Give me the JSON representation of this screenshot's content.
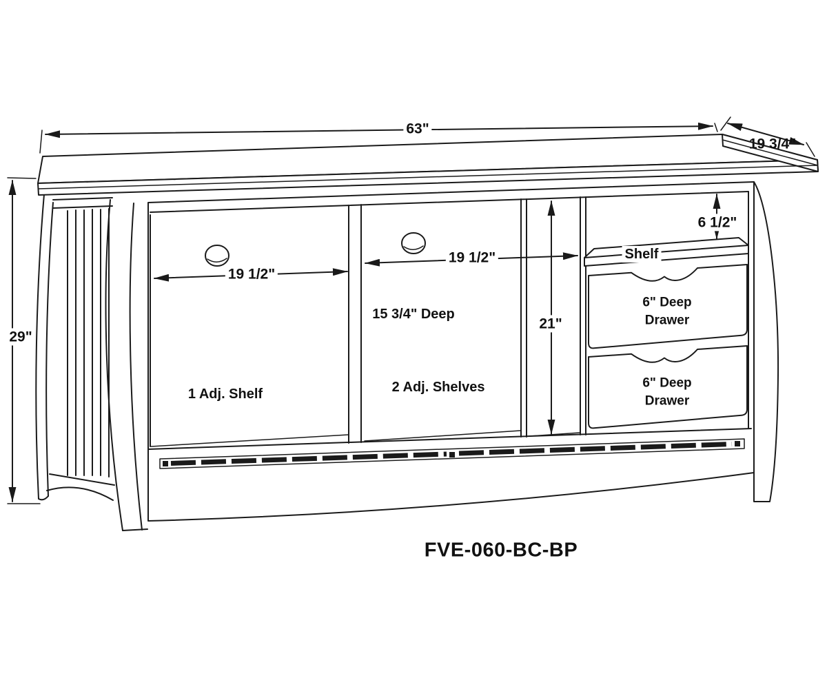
{
  "diagram": {
    "model_number": "FVE-060-BC-BP",
    "dimensions": {
      "overall_width": "63\"",
      "overall_depth": "19 3/4\"",
      "overall_height": "29\"",
      "left_opening_width": "19 1/2\"",
      "middle_opening_width": "19 1/2\"",
      "interior_height": "21\"",
      "top_cubby_height": "6 1/2\"",
      "interior_depth": "15 3/4\" Deep"
    },
    "labels": {
      "shelf": "Shelf",
      "left_section": "1 Adj. Shelf",
      "middle_section": "2 Adj. Shelves",
      "top_drawer": {
        "line1": "6\" Deep",
        "line2": "Drawer"
      },
      "bottom_drawer": {
        "line1": "6\" Deep",
        "line2": "Drawer"
      }
    },
    "colors": {
      "line": "#1a1a1a",
      "background": "#ffffff"
    }
  }
}
